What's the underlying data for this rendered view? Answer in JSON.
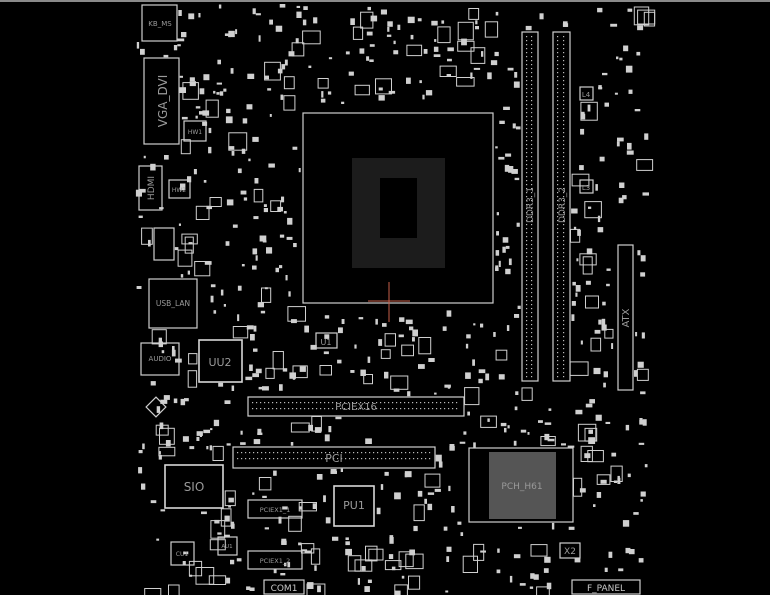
{
  "viewer": {
    "colors": {
      "background": "#000000",
      "outline": "#d0d0d0",
      "crosshair": "#c8604a"
    }
  },
  "components": {
    "kb_ms": "KB_MS",
    "vga_dvi": "VGA_DVI",
    "hw1": "HW1",
    "hdmi": "HDMI",
    "hw2": "HW2",
    "usb_lan": "USB_LAN",
    "audio": "AUDIO",
    "uu2": "UU2",
    "u1": "U1",
    "ddr3_1": "DDR3_1",
    "ddr3_2": "DDR3_2",
    "l4": "L4",
    "l3": "L3",
    "atx": "ATX",
    "pciex16": "PCIEX16",
    "pci": "PCI",
    "sio": "SIO",
    "pu1": "PU1",
    "pciex1_1": "PCIEX1_1",
    "pciex1_2": "PCIEX1_2",
    "pch": "PCH_H61",
    "x2": "X2",
    "cu1": "CU1",
    "au1": "AU1",
    "com1": "COM1",
    "f_panel": "F_PANEL"
  }
}
